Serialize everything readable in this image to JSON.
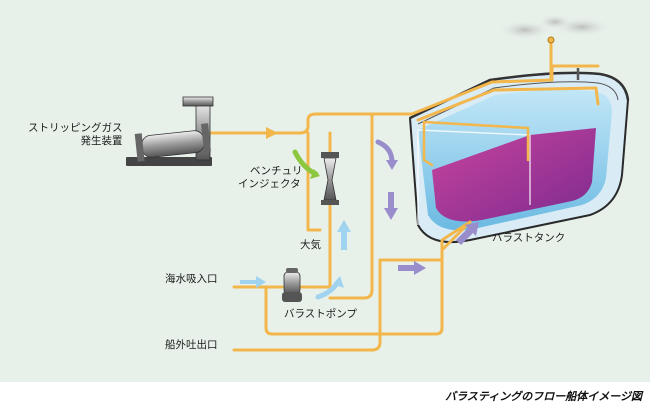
{
  "labels": {
    "stripping_gas_generator_line1": "ストリッピングガス",
    "stripping_gas_generator_line2": "発生装置",
    "venturi_injector_line1": "ベンチュリ",
    "venturi_injector_line2": "インジェクタ",
    "atmosphere": "大気",
    "seawater_intake": "海水吸入口",
    "ballast_pump": "バラストポンプ",
    "overboard_discharge": "船外吐出口",
    "ballast_tank": "バラストタンク"
  },
  "caption": "バラスティングのフロー船体イメージ図",
  "colors": {
    "panel_background": "#e7f1ea",
    "pipe_orange": "#f2b64a",
    "arrow_blue": "#9fd3f0",
    "arrow_purple": "#9a8dcc",
    "arrow_green": "#8dc63f",
    "tank_water": "#8fd0ee",
    "tank_fill": "#b3399a",
    "hull": "#2a2a2a"
  }
}
